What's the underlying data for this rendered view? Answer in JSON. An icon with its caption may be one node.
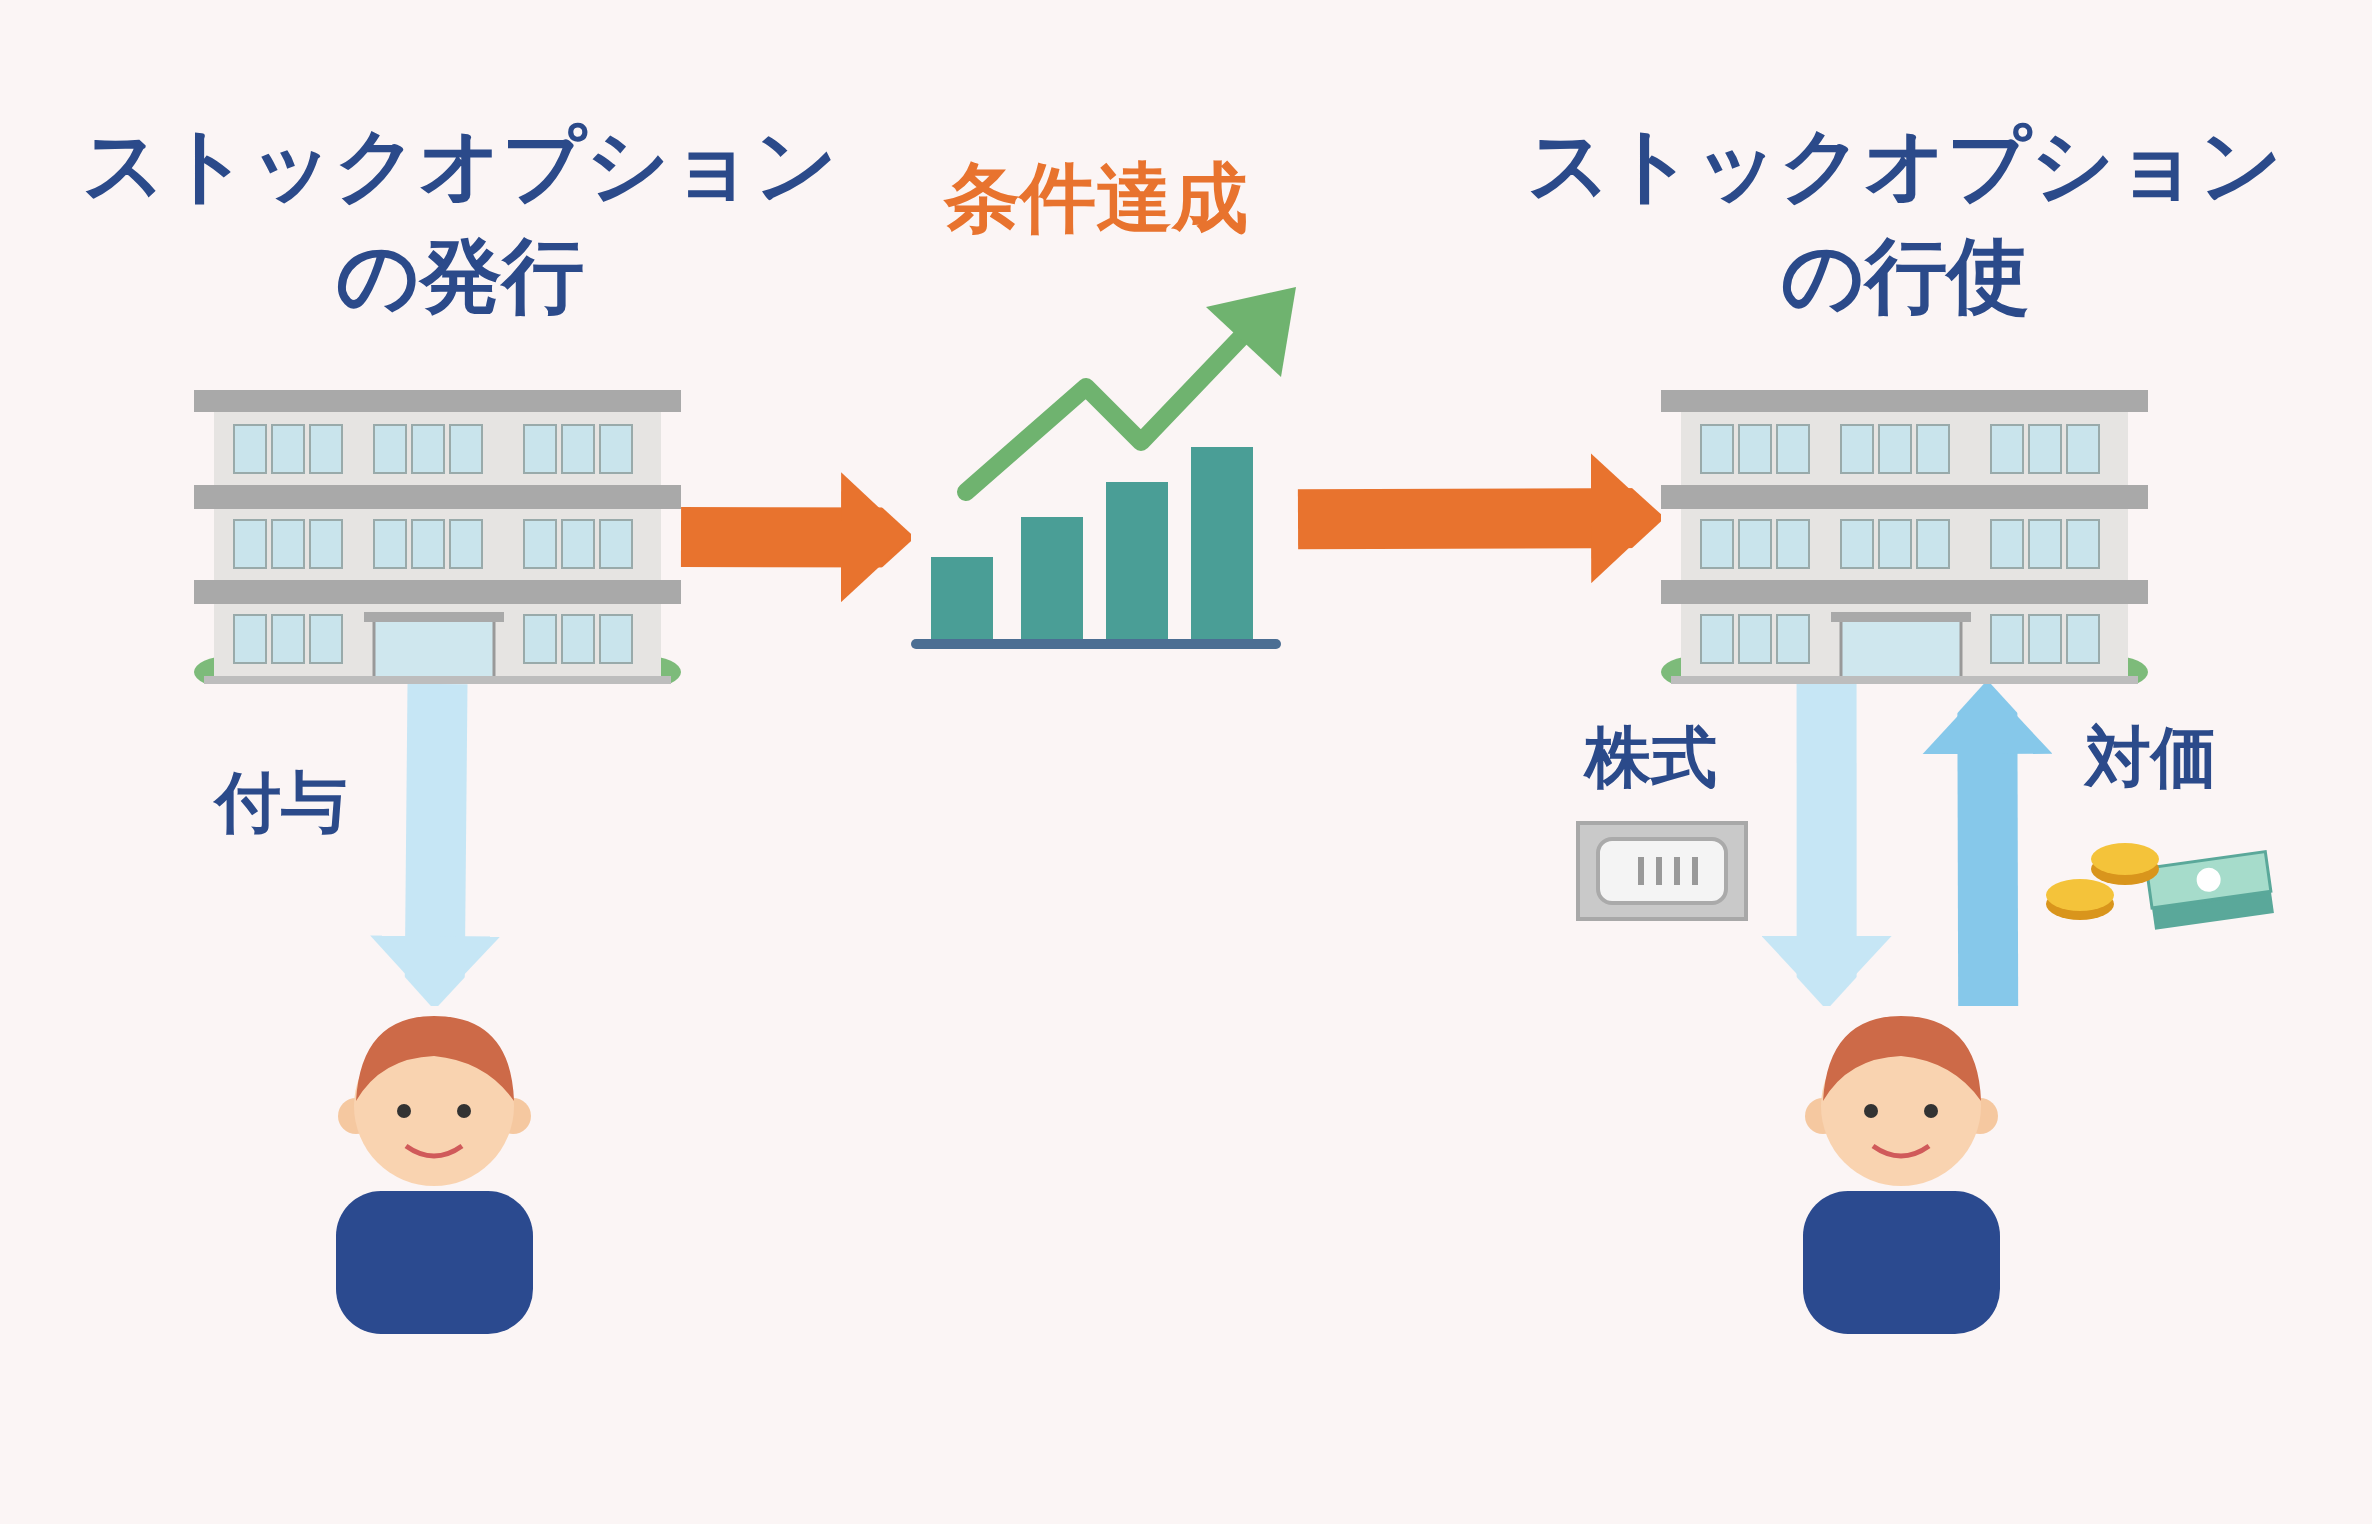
{
  "diagram": {
    "nodes": [
      {
        "text": [],
        "shape": "picture"
      },
      {
        "text": [],
        "shape": "person"
      },
      {
        "text": [],
        "shape": "picture",
        "beside": [
          "条件達成"
        ]
      },
      {
        "text": [],
        "shape": "picture"
      },
      {
        "text": [],
        "shape": "person"
      }
    ],
    "edges": [
      {
        "from": 0,
        "to": 1,
        "arrow": "to",
        "label": "付与",
        "color": "#c6e6f5"
      },
      {
        "from": 0,
        "to": 2,
        "arrow": "to",
        "color": "#e8732e"
      },
      {
        "from": 2,
        "to": 3,
        "arrow": "to",
        "color": "#e8732e"
      },
      {
        "from": 3,
        "to": 4,
        "arrow": "to",
        "label": "株式",
        "color": "#c6e6f5"
      },
      {
        "from": 4,
        "to": 3,
        "arrow": "to",
        "label": "対価",
        "color": "#86c8ea"
      }
    ],
    "labels": [
      "ストックオプションの発行",
      "ストックオプションの行使"
    ]
  }
}
